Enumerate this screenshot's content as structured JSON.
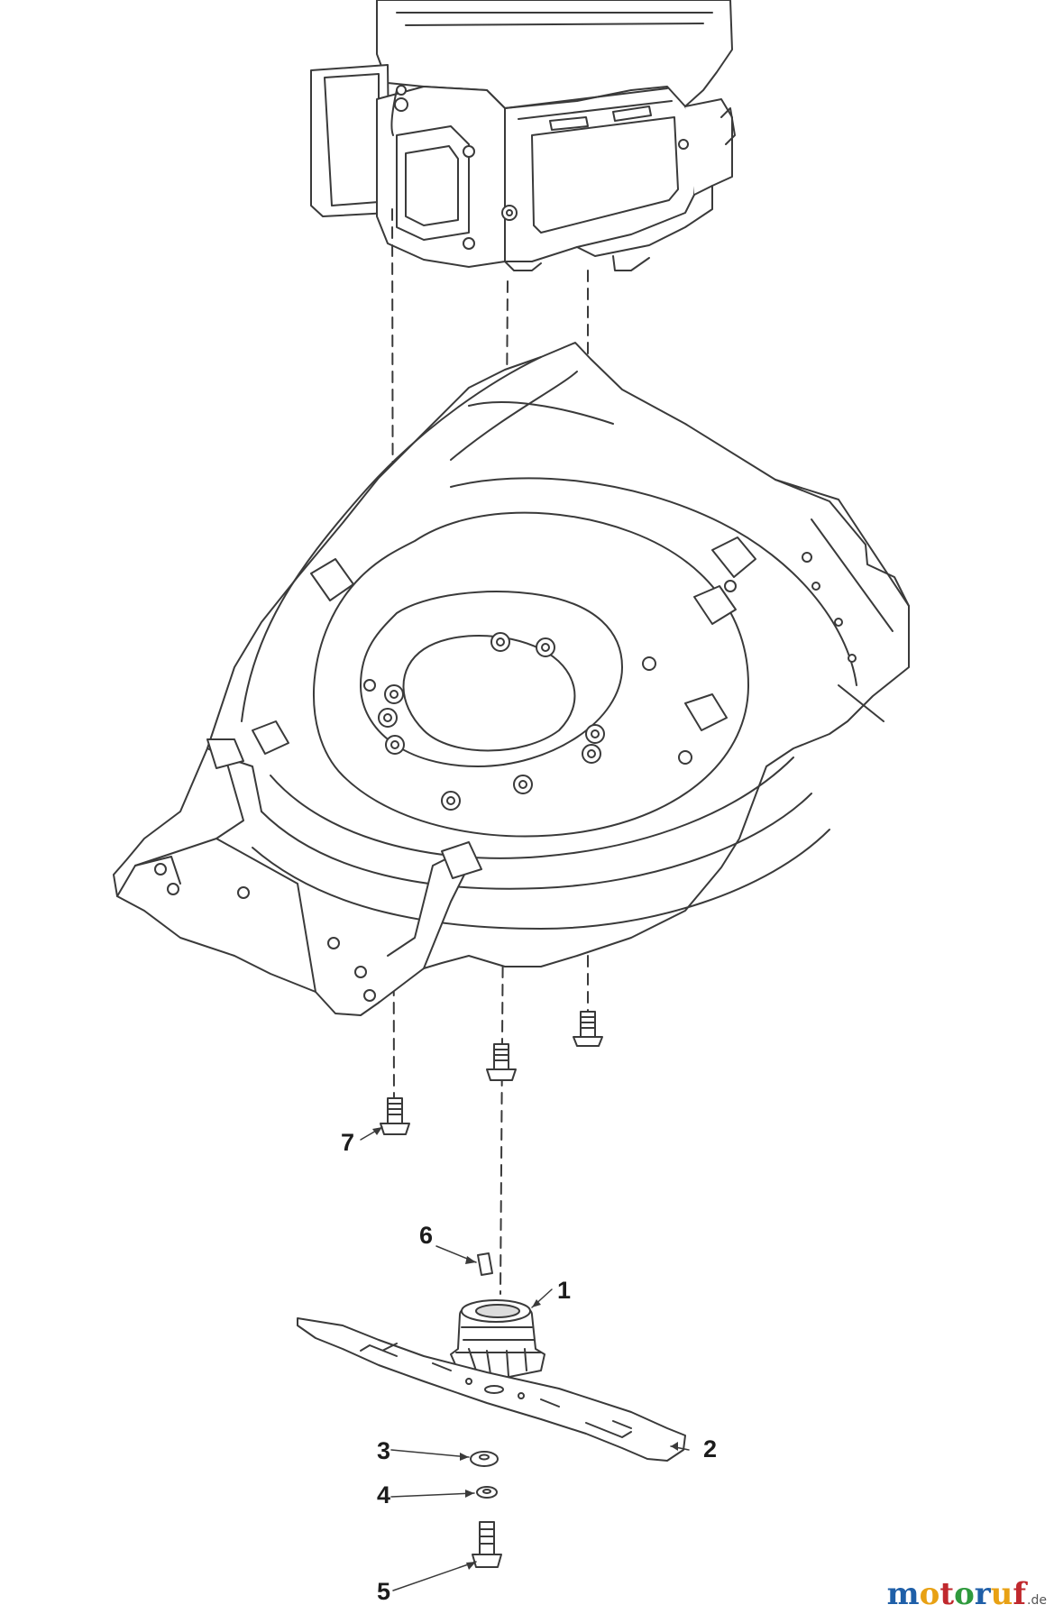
{
  "callouts": {
    "c1": "1",
    "c2": "2",
    "c3": "3",
    "c4": "4",
    "c5": "5",
    "c6": "6",
    "c7": "7"
  },
  "logo": {
    "letters": [
      "m",
      "o",
      "t",
      "o",
      "r",
      "u",
      "f"
    ],
    "tld": ".de",
    "letter_colors": [
      "#1f5fa8",
      "#e8a114",
      "#c0282d",
      "#2f9a3d",
      "#1f5fa8",
      "#e8a114",
      "#c0282d"
    ]
  },
  "colors": {
    "line": "#3a3a3a",
    "fill": "#ffffff",
    "shade": "#dcdcdc"
  }
}
